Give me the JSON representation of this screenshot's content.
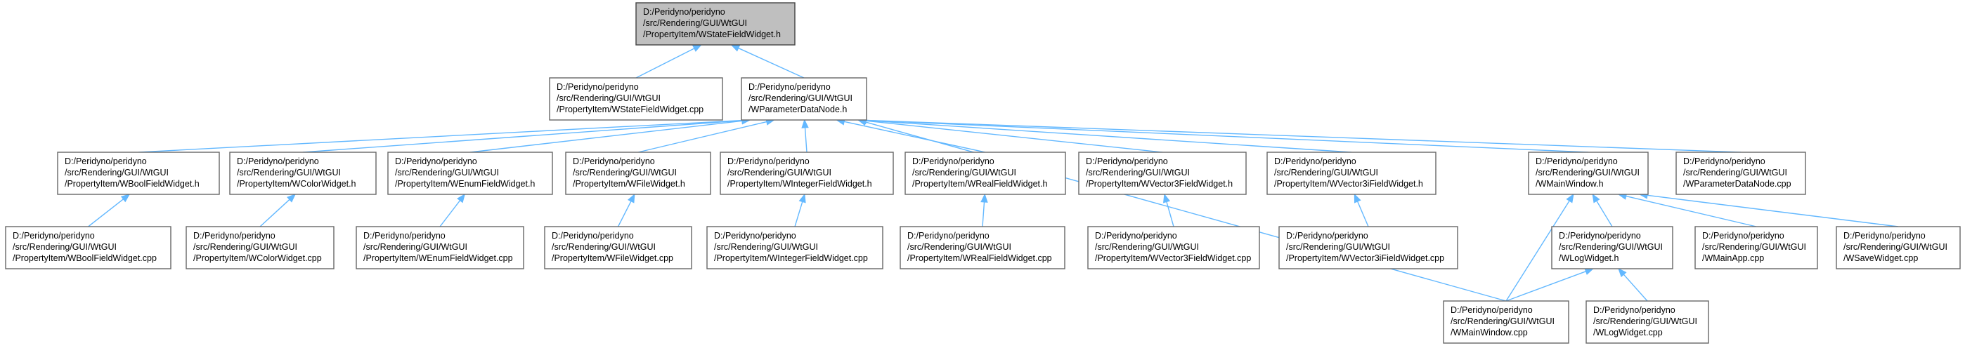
{
  "diagram": {
    "nodes": [
      {
        "id": "n_root",
        "lines": [
          "D:/Peridyno/peridyno",
          "/src/Rendering/GUI/WtGUI",
          "/PropertyItem/WStateFieldWidget.h"
        ],
        "root": true
      },
      {
        "id": "n_state_cpp",
        "lines": [
          "D:/Peridyno/peridyno",
          "/src/Rendering/GUI/WtGUI",
          "/PropertyItem/WStateFieldWidget.cpp"
        ]
      },
      {
        "id": "n_pdn_h",
        "lines": [
          "D:/Peridyno/peridyno",
          "/src/Rendering/GUI/WtGUI",
          "/WParameterDataNode.h"
        ]
      },
      {
        "id": "n_bool_h",
        "lines": [
          "D:/Peridyno/peridyno",
          "/src/Rendering/GUI/WtGUI",
          "/PropertyItem/WBoolFieldWidget.h"
        ]
      },
      {
        "id": "n_color_h",
        "lines": [
          "D:/Peridyno/peridyno",
          "/src/Rendering/GUI/WtGUI",
          "/PropertyItem/WColorWidget.h"
        ]
      },
      {
        "id": "n_enum_h",
        "lines": [
          "D:/Peridyno/peridyno",
          "/src/Rendering/GUI/WtGUI",
          "/PropertyItem/WEnumFieldWidget.h"
        ]
      },
      {
        "id": "n_file_h",
        "lines": [
          "D:/Peridyno/peridyno",
          "/src/Rendering/GUI/WtGUI",
          "/PropertyItem/WFileWidget.h"
        ]
      },
      {
        "id": "n_int_h",
        "lines": [
          "D:/Peridyno/peridyno",
          "/src/Rendering/GUI/WtGUI",
          "/PropertyItem/WIntegerFieldWidget.h"
        ]
      },
      {
        "id": "n_real_h",
        "lines": [
          "D:/Peridyno/peridyno",
          "/src/Rendering/GUI/WtGUI",
          "/PropertyItem/WRealFieldWidget.h"
        ]
      },
      {
        "id": "n_v3f_h",
        "lines": [
          "D:/Peridyno/peridyno",
          "/src/Rendering/GUI/WtGUI",
          "/PropertyItem/WVector3FieldWidget.h"
        ]
      },
      {
        "id": "n_v3i_h",
        "lines": [
          "D:/Peridyno/peridyno",
          "/src/Rendering/GUI/WtGUI",
          "/PropertyItem/WVector3iFieldWidget.h"
        ]
      },
      {
        "id": "n_mainwin_h",
        "lines": [
          "D:/Peridyno/peridyno",
          "/src/Rendering/GUI/WtGUI",
          "/WMainWindow.h"
        ]
      },
      {
        "id": "n_pdn_cpp",
        "lines": [
          "D:/Peridyno/peridyno",
          "/src/Rendering/GUI/WtGUI",
          "/WParameterDataNode.cpp"
        ]
      },
      {
        "id": "n_bool_cpp",
        "lines": [
          "D:/Peridyno/peridyno",
          "/src/Rendering/GUI/WtGUI",
          "/PropertyItem/WBoolFieldWidget.cpp"
        ]
      },
      {
        "id": "n_color_cpp",
        "lines": [
          "D:/Peridyno/peridyno",
          "/src/Rendering/GUI/WtGUI",
          "/PropertyItem/WColorWidget.cpp"
        ]
      },
      {
        "id": "n_enum_cpp",
        "lines": [
          "D:/Peridyno/peridyno",
          "/src/Rendering/GUI/WtGUI",
          "/PropertyItem/WEnumFieldWidget.cpp"
        ]
      },
      {
        "id": "n_file_cpp",
        "lines": [
          "D:/Peridyno/peridyno",
          "/src/Rendering/GUI/WtGUI",
          "/PropertyItem/WFileWidget.cpp"
        ]
      },
      {
        "id": "n_int_cpp",
        "lines": [
          "D:/Peridyno/peridyno",
          "/src/Rendering/GUI/WtGUI",
          "/PropertyItem/WIntegerFieldWidget.cpp"
        ]
      },
      {
        "id": "n_real_cpp",
        "lines": [
          "D:/Peridyno/peridyno",
          "/src/Rendering/GUI/WtGUI",
          "/PropertyItem/WRealFieldWidget.cpp"
        ]
      },
      {
        "id": "n_v3f_cpp",
        "lines": [
          "D:/Peridyno/peridyno",
          "/src/Rendering/GUI/WtGUI",
          "/PropertyItem/WVector3FieldWidget.cpp"
        ]
      },
      {
        "id": "n_v3i_cpp",
        "lines": [
          "D:/Peridyno/peridyno",
          "/src/Rendering/GUI/WtGUI",
          "/PropertyItem/WVector3iFieldWidget.cpp"
        ]
      },
      {
        "id": "n_log_h",
        "lines": [
          "D:/Peridyno/peridyno",
          "/src/Rendering/GUI/WtGUI",
          "/WLogWidget.h"
        ]
      },
      {
        "id": "n_mainapp_cpp",
        "lines": [
          "D:/Peridyno/peridyno",
          "/src/Rendering/GUI/WtGUI",
          "/WMainApp.cpp"
        ]
      },
      {
        "id": "n_save_cpp",
        "lines": [
          "D:/Peridyno/peridyno",
          "/src/Rendering/GUI/WtGUI",
          "/WSaveWidget.cpp"
        ]
      },
      {
        "id": "n_mainwin_cpp",
        "lines": [
          "D:/Peridyno/peridyno",
          "/src/Rendering/GUI/WtGUI",
          "/WMainWindow.cpp"
        ]
      },
      {
        "id": "n_log_cpp",
        "lines": [
          "D:/Peridyno/peridyno",
          "/src/Rendering/GUI/WtGUI",
          "/WLogWidget.cpp"
        ]
      }
    ],
    "edges": [
      [
        "n_state_cpp",
        "n_root"
      ],
      [
        "n_pdn_h",
        "n_root"
      ],
      [
        "n_bool_h",
        "n_pdn_h"
      ],
      [
        "n_color_h",
        "n_pdn_h"
      ],
      [
        "n_enum_h",
        "n_pdn_h"
      ],
      [
        "n_file_h",
        "n_pdn_h"
      ],
      [
        "n_int_h",
        "n_pdn_h"
      ],
      [
        "n_real_h",
        "n_pdn_h"
      ],
      [
        "n_v3f_h",
        "n_pdn_h"
      ],
      [
        "n_v3i_h",
        "n_pdn_h"
      ],
      [
        "n_mainwin_h",
        "n_pdn_h"
      ],
      [
        "n_pdn_cpp",
        "n_pdn_h"
      ],
      [
        "n_mainwin_cpp",
        "n_pdn_h"
      ],
      [
        "n_bool_cpp",
        "n_bool_h"
      ],
      [
        "n_color_cpp",
        "n_color_h"
      ],
      [
        "n_enum_cpp",
        "n_enum_h"
      ],
      [
        "n_file_cpp",
        "n_file_h"
      ],
      [
        "n_int_cpp",
        "n_int_h"
      ],
      [
        "n_real_cpp",
        "n_real_h"
      ],
      [
        "n_v3f_cpp",
        "n_v3f_h"
      ],
      [
        "n_v3i_cpp",
        "n_v3i_h"
      ],
      [
        "n_mainwin_cpp",
        "n_mainwin_h"
      ],
      [
        "n_log_h",
        "n_mainwin_h"
      ],
      [
        "n_mainapp_cpp",
        "n_mainwin_h"
      ],
      [
        "n_save_cpp",
        "n_mainwin_h"
      ],
      [
        "n_mainwin_cpp",
        "n_log_h"
      ],
      [
        "n_log_cpp",
        "n_log_h"
      ]
    ],
    "colors": {
      "edge": "#63b8ff",
      "root_fill": "#bfbfbf",
      "node_border": "#666666"
    }
  }
}
